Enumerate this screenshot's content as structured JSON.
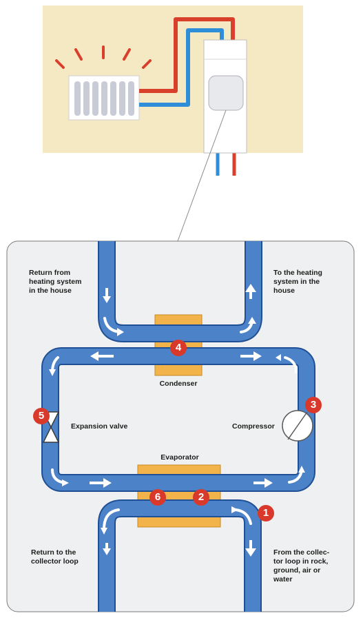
{
  "colors": {
    "wall": "#f5e9c4",
    "panel": "#eff0f1",
    "pipe": "#4c82c7",
    "pipe_edge": "#1f4f95",
    "hot_pipe": "#d9402c",
    "cold_pipe": "#2e8fd8",
    "exchanger": "#f2b34a",
    "badge": "#d9392b",
    "arrow": "#ffffff"
  },
  "icons": [
    "radiator-icon",
    "heat-wave-icon",
    "heat-pump-unit-icon",
    "compressor-icon",
    "expansion-valve-icon",
    "flow-arrow-icon"
  ],
  "labels": {
    "return_heating": "Return from\nheating system\nin the house",
    "to_heating": "To the heating\nsystem in the\nhouse",
    "condenser": "Condenser",
    "expansion_valve": "Expansion valve",
    "compressor": "Compressor",
    "evaporator": "Evaporator",
    "return_collector": "Return to the\ncollector loop",
    "from_collector": "From the collec-\ntor loop in rock,\nground, air or\nwater"
  },
  "badges": {
    "b1": "1",
    "b2": "2",
    "b3": "3",
    "b4": "4",
    "b5": "5",
    "b6": "6"
  }
}
